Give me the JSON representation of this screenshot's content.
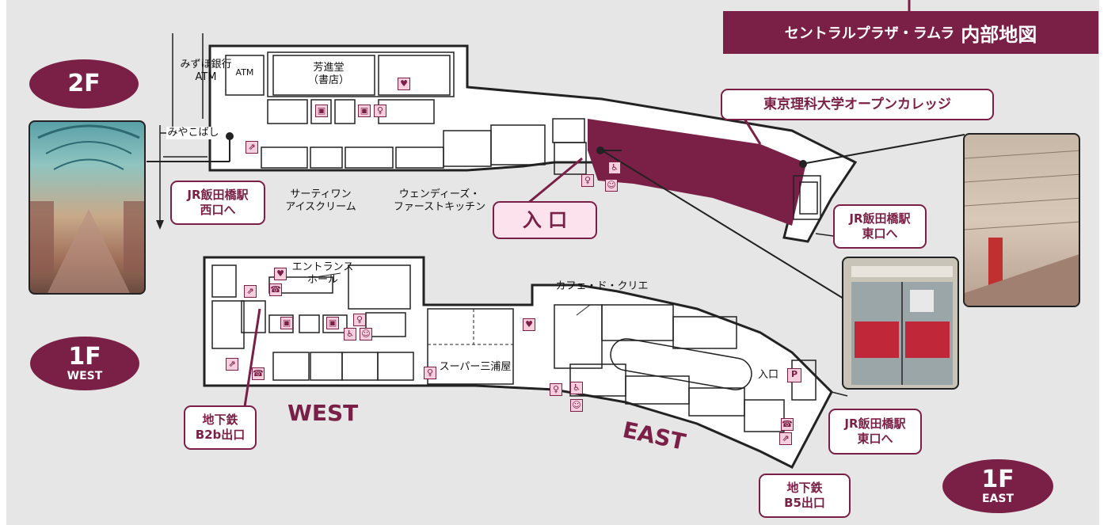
{
  "header": {
    "prefix": "セントラルプラザ・ラムラ",
    "title": "内部地図",
    "color": "#7a1f45"
  },
  "floors": {
    "f2": {
      "label": "2F",
      "sub": ""
    },
    "f1w": {
      "label": "1F",
      "sub": "WEST"
    },
    "f1e": {
      "label": "1F",
      "sub": "EAST"
    }
  },
  "college_label": "東京理科大学オープンカレッジ",
  "entrance_callout": "入 口",
  "floor2": {
    "bank": "みずほ銀行\nATM",
    "atm": "ATM",
    "bookstore": "芳進堂\n（書店）",
    "bridge": "みやこばし",
    "icecream": "サーティワン\nアイスクリーム",
    "wendys": "ウェンディーズ・\nファーストキッチン",
    "to_west": "JR飯田橋駅\n西口へ",
    "to_east": "JR飯田橋駅\n東口へ"
  },
  "floor1": {
    "entrance_hall": "エントランス\nホール",
    "cafe": "カフェ・ド・クリエ",
    "supermarket": "スーパー三浦屋",
    "entrance": "入口",
    "parking": "P",
    "subway_b2b": "地下鉄\nB2b出口",
    "subway_b5": "地下鉄\nB5出口",
    "to_east": "JR飯田橋駅\n東口へ"
  },
  "compass": {
    "west": "WEST",
    "east": "EAST"
  },
  "photos": {
    "arcade": "arcade-photo",
    "building": "building-photo",
    "door": "entrance-door-photo"
  },
  "icons": [
    "escalator-icon",
    "elevator-icon",
    "restroom-icon",
    "aed-icon",
    "wheelchair-icon",
    "baby-icon",
    "phone-icon",
    "stairs-icon",
    "parking-icon"
  ]
}
